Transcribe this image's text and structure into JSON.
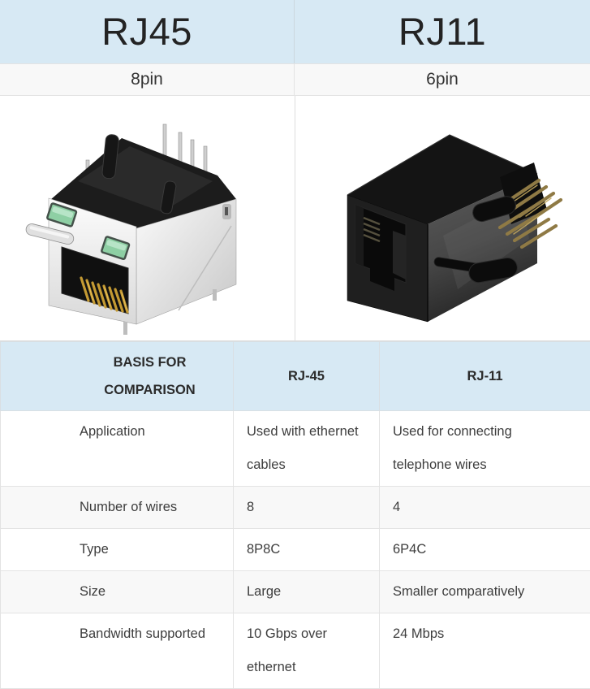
{
  "top_header": {
    "left": {
      "title": "RJ45",
      "pin_label": "8pin"
    },
    "right": {
      "title": "RJ11",
      "pin_label": "6pin"
    }
  },
  "comparison_table": {
    "headers": {
      "basis": "BASIS FOR\nCOMPARISON",
      "rj45": "RJ-45",
      "rj11": "RJ-11"
    },
    "rows": [
      {
        "basis": "Application",
        "rj45": "Used with ethernet\ncables",
        "rj11": "Used for connecting\ntelephone wires"
      },
      {
        "basis": "Number of wires",
        "rj45": "8",
        "rj11": "4"
      },
      {
        "basis": "Type",
        "rj45": "8P8C",
        "rj11": "6P4C"
      },
      {
        "basis": "Size",
        "rj45": "Large",
        "rj11": "Smaller comparatively"
      },
      {
        "basis": "Bandwidth supported",
        "rj45": "10 Gbps over\nethernet",
        "rj11": "24 Mbps"
      }
    ]
  },
  "colors": {
    "header_bg": "#d7e9f4",
    "alt_row_bg": "#f8f8f8",
    "border": "#e3e3e3",
    "text": "#383838",
    "led_green": "#8ecfa4",
    "contact_gold": "#c49a33"
  }
}
